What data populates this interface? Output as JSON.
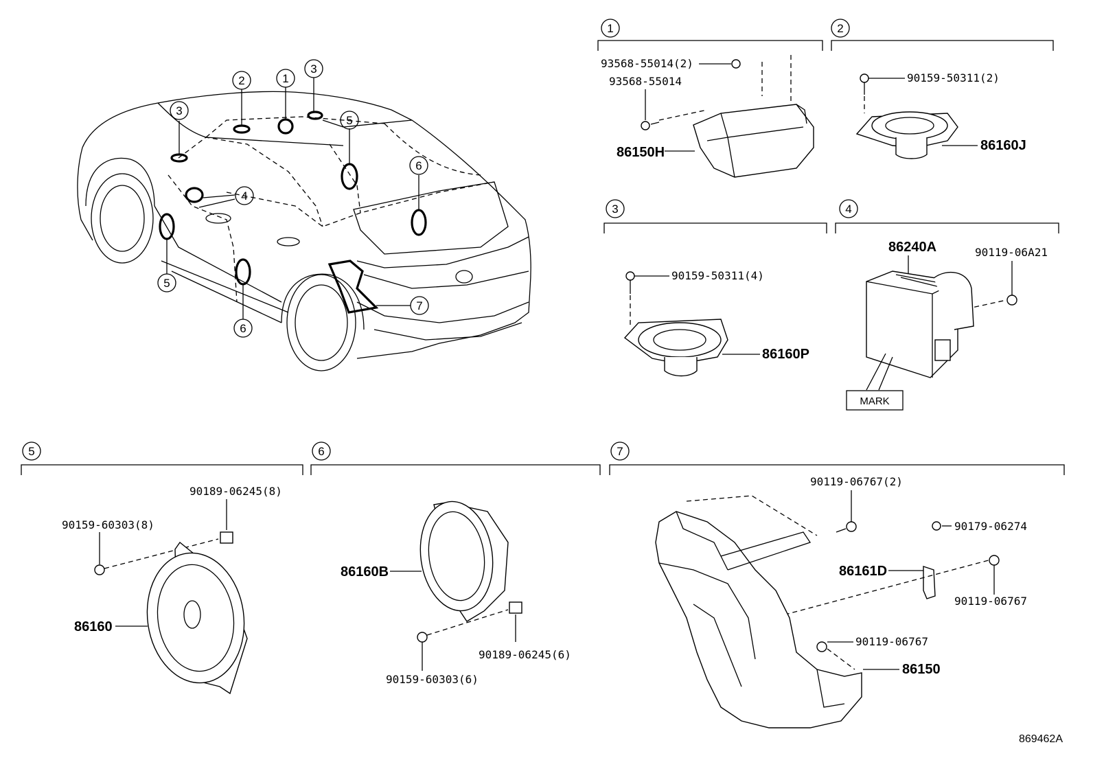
{
  "diagram": {
    "ref_number": "869462A",
    "mark_label": "MARK",
    "section_numbers": [
      "1",
      "2",
      "3",
      "4",
      "5",
      "6",
      "7"
    ],
    "car_callouts": [
      "1",
      "2",
      "3",
      "3",
      "4",
      "5",
      "5",
      "6",
      "6",
      "7"
    ],
    "sections": {
      "s1": {
        "number": "1",
        "fasteners": [
          "93568-55014(2)",
          "93568-55014"
        ],
        "part": "86150H"
      },
      "s2": {
        "number": "2",
        "fasteners": [
          "90159-50311(2)"
        ],
        "part": "86160J"
      },
      "s3": {
        "number": "3",
        "fasteners": [
          "90159-50311(4)"
        ],
        "part": "86160P"
      },
      "s4": {
        "number": "4",
        "fasteners": [
          "90119-06A21"
        ],
        "part": "86240A"
      },
      "s5": {
        "number": "5",
        "fasteners": [
          "90189-06245(8)",
          "90159-60303(8)"
        ],
        "part": "86160"
      },
      "s6": {
        "number": "6",
        "fasteners": [
          "90189-06245(6)",
          "90159-60303(6)"
        ],
        "part": "86160B"
      },
      "s7": {
        "number": "7",
        "fasteners": [
          "90119-06767(2)",
          "90179-06274",
          "90119-06767",
          "90119-06767"
        ],
        "parts": [
          "86161D",
          "86150"
        ]
      }
    }
  }
}
